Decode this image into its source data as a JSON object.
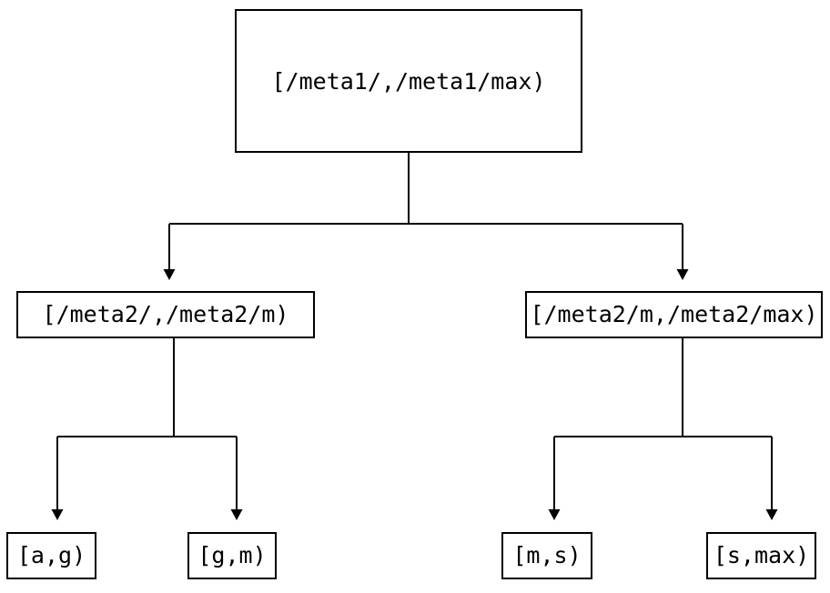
{
  "diagram": {
    "type": "tree",
    "title": "",
    "background_color": "#ffffff",
    "stroke_color": "#000000",
    "text_color": "#000000",
    "nodes": {
      "root": {
        "label": "[/meta1/,/meta1/max)"
      },
      "mid_left": {
        "label": "[/meta2/,/meta2/m)"
      },
      "mid_right": {
        "label": "[/meta2/m,/meta2/max)"
      },
      "leaf_1": {
        "label": "[a,g)"
      },
      "leaf_2": {
        "label": "[g,m)"
      },
      "leaf_3": {
        "label": "[m,s)"
      },
      "leaf_4": {
        "label": "[s,max)"
      }
    },
    "edges": [
      {
        "from": "root",
        "to": "mid_left",
        "arrow": "down-triangle"
      },
      {
        "from": "root",
        "to": "mid_right",
        "arrow": "down-triangle"
      },
      {
        "from": "mid_left",
        "to": "leaf_1",
        "arrow": "down-triangle"
      },
      {
        "from": "mid_left",
        "to": "leaf_2",
        "arrow": "down-triangle"
      },
      {
        "from": "mid_right",
        "to": "leaf_3",
        "arrow": "down-triangle"
      },
      {
        "from": "mid_right",
        "to": "leaf_4",
        "arrow": "down-triangle"
      }
    ]
  }
}
